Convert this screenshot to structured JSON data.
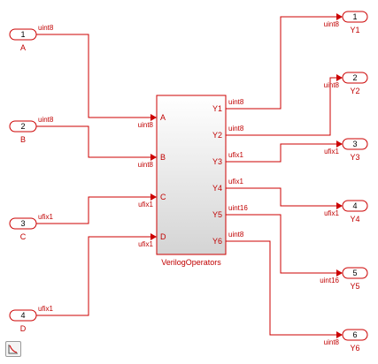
{
  "inports": [
    {
      "num": "1",
      "name": "A",
      "type": "uint8"
    },
    {
      "num": "2",
      "name": "B",
      "type": "uint8"
    },
    {
      "num": "3",
      "name": "C",
      "type": "ufix1"
    },
    {
      "num": "4",
      "name": "D",
      "type": "ufix1"
    }
  ],
  "block": {
    "name": "VerilogOperators",
    "inputs": [
      {
        "label": "A",
        "type": "uint8"
      },
      {
        "label": "B",
        "type": "uint8"
      },
      {
        "label": "C",
        "type": "ufix1"
      },
      {
        "label": "D",
        "type": "ufix1"
      }
    ],
    "outputs": [
      {
        "label": "Y1",
        "type": "uint8"
      },
      {
        "label": "Y2",
        "type": "uint8"
      },
      {
        "label": "Y3",
        "type": "ufix1"
      },
      {
        "label": "Y4",
        "type": "ufix1"
      },
      {
        "label": "Y5",
        "type": "uint16"
      },
      {
        "label": "Y6",
        "type": "uint8"
      }
    ]
  },
  "outports": [
    {
      "num": "1",
      "name": "Y1",
      "type": "uint8"
    },
    {
      "num": "2",
      "name": "Y2",
      "type": "uint8"
    },
    {
      "num": "3",
      "name": "Y3",
      "type": "ufix1"
    },
    {
      "num": "4",
      "name": "Y4",
      "type": "ufix1"
    },
    {
      "num": "5",
      "name": "Y5",
      "type": "uint16"
    },
    {
      "num": "6",
      "name": "Y6",
      "type": "uint8"
    }
  ],
  "colors": {
    "wire": "#cc0000",
    "label": "#c00000",
    "background": "#ffffff"
  },
  "toolbar": {
    "fit_icon": "fit-to-view-icon"
  }
}
